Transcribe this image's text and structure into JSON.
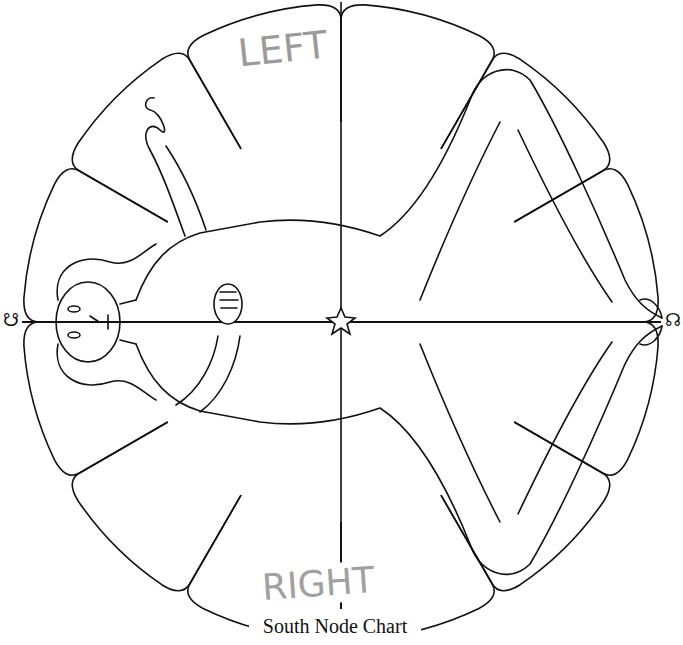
{
  "diagram": {
    "caption": "South Node Chart",
    "labels": [
      "LEFT",
      "☋",
      "☊",
      "RIGHT"
    ]
  }
}
